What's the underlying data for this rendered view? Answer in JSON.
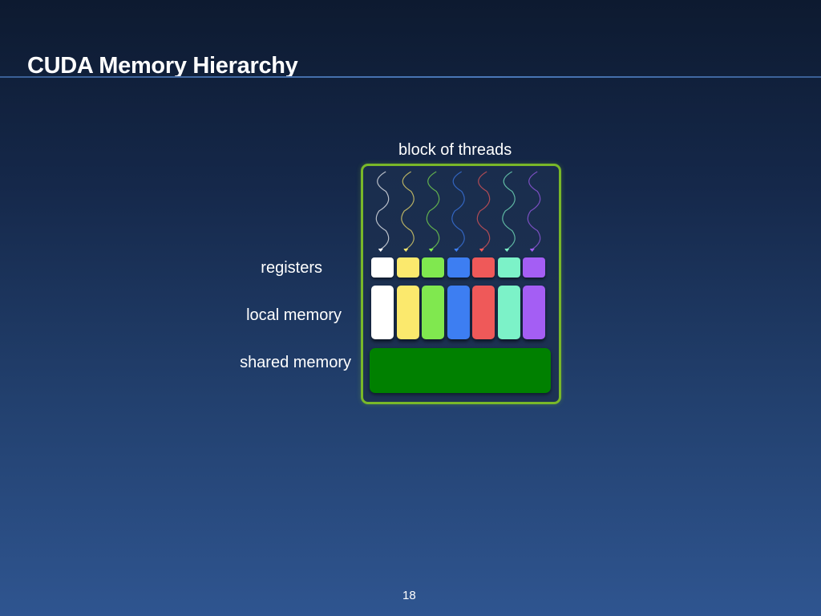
{
  "slide": {
    "title": "CUDA Memory Hierarchy",
    "page_number": "18"
  },
  "diagram": {
    "block_label": "block of threads",
    "labels": {
      "registers": "registers",
      "local_memory": "local memory",
      "shared_memory": "shared memory"
    },
    "thread_colors": [
      "#ffffff",
      "#fbe96d",
      "#80e84f",
      "#3d7ef2",
      "#ef5959",
      "#7cf2c8",
      "#a45ef4"
    ],
    "block_border_color": "#79b829",
    "shared_memory_color": "#008000"
  }
}
